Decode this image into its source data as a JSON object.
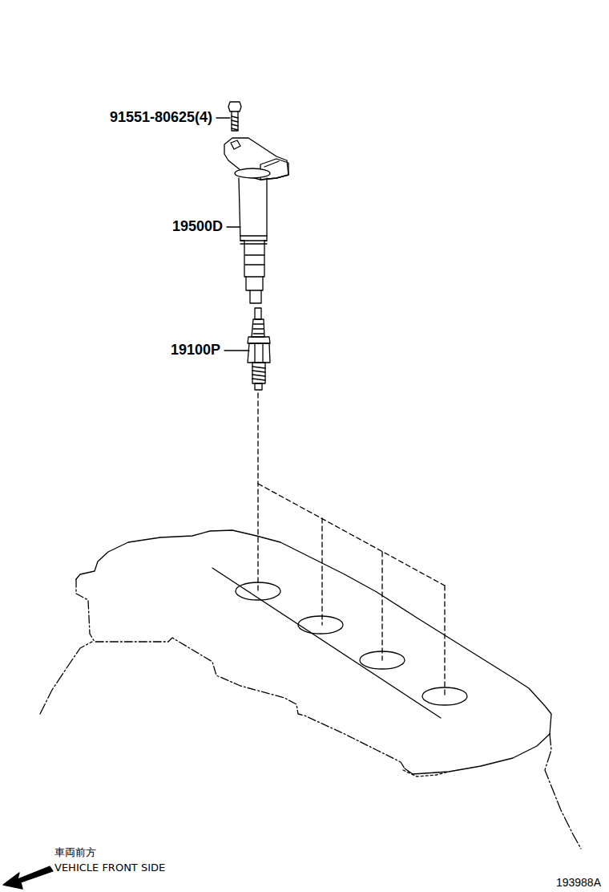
{
  "diagram": {
    "labels": [
      "91551-80625(4)",
      "19500D",
      "19100P",
      "車両前方",
      "VEHICLE FRONT SIDE",
      "193988A"
    ]
  }
}
